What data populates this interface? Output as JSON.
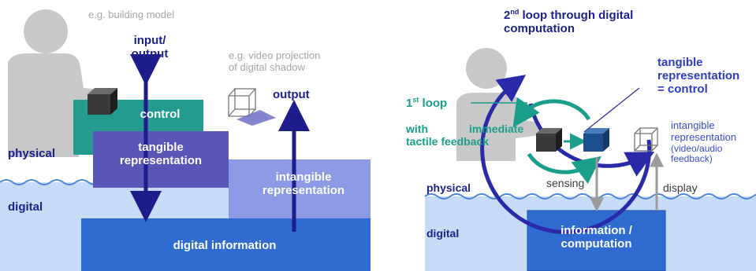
{
  "left_panel": {
    "example_model": "e.g. building model",
    "input_output": "input/\noutput",
    "example_projection": "e.g. video projection\nof digital shadow",
    "output": "output",
    "control": "control",
    "tangible_representation": "tangible\nrepresentation",
    "intangible_representation": "intangible\nrepresentation",
    "physical": "physical",
    "digital": "digital",
    "digital_information": "digital information"
  },
  "right_panel": {
    "second_loop_sup": "nd",
    "second_loop_pre": "2",
    "second_loop_text": " loop through digital\ncomputation",
    "first_loop_pre": "1",
    "first_loop_sup": "st",
    "first_loop_text": " loop",
    "with_tactile": "with\ntactile feedback",
    "immediate": "immediate",
    "tangible_control": "tangible\nrepresentation\n= control",
    "intangible_feedback_head": "intangible\nrepresentation",
    "intangible_feedback_tail": "(video/audio\nfeedback)",
    "sensing": "sensing",
    "display": "display",
    "physical": "physical",
    "digital": "digital",
    "information_computation": "information /\ncomputation"
  },
  "colors": {
    "person": "#c8c8c8",
    "water_light": "#c6dbf5",
    "water_dark": "#2f6bd0",
    "control_block": "#239b8f",
    "tangible_block": "#5a56b8",
    "intangible_block": "#8c9ae6",
    "digital_block": "#2f6bd0",
    "arrow_navy": "#1c1c8a",
    "teal_loop": "#1a9e8c"
  }
}
